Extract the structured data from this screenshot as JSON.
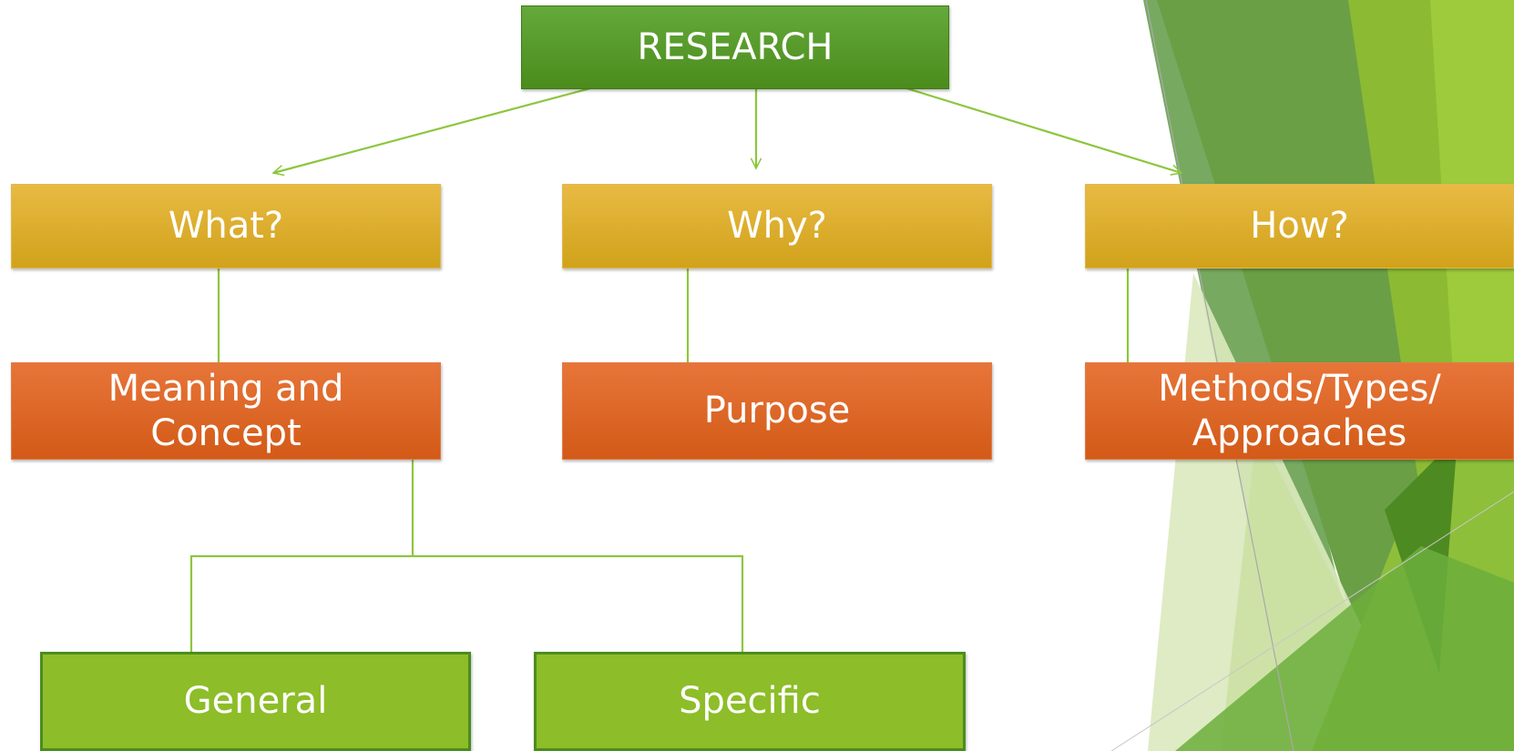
{
  "diagram": {
    "root": {
      "label": "RESEARCH"
    },
    "questions": [
      {
        "label": "What?"
      },
      {
        "label": "Why?"
      },
      {
        "label": "How?"
      }
    ],
    "topics": [
      {
        "label_line1": "Meaning and",
        "label_line2": "Concept"
      },
      {
        "label": "Purpose"
      },
      {
        "label_line1": "Methods/Types/",
        "label_line2": "Approaches"
      }
    ],
    "subtopics": [
      {
        "label": "General"
      },
      {
        "label": "Specific"
      }
    ]
  },
  "colors": {
    "root_green": "#4b8c1c",
    "question_gold": "#d4a41c",
    "topic_orange": "#d65c19",
    "leaf_green": "#8dbd28",
    "connector_green": "#8cc63e",
    "theme_green_dark": "#4d8a26",
    "theme_green_light": "#9dcb3c"
  }
}
